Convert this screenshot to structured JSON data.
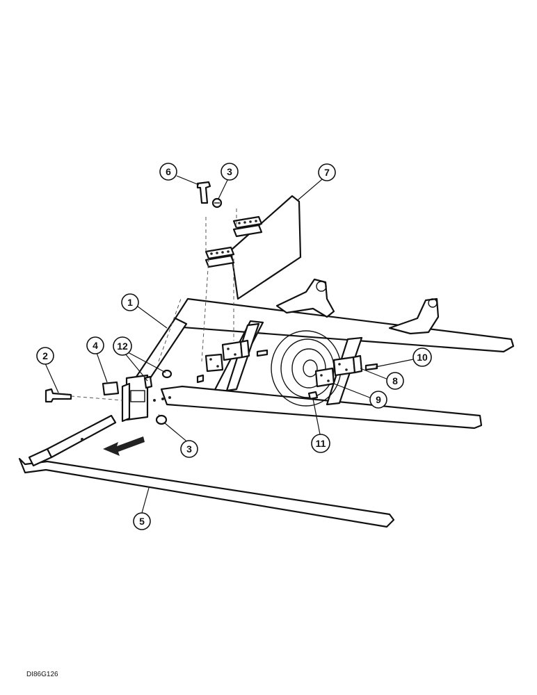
{
  "diagram": {
    "drawing_code": "DI86G126",
    "callouts": [
      {
        "id": "c1",
        "label": "1"
      },
      {
        "id": "c2",
        "label": "2"
      },
      {
        "id": "c3a",
        "label": "3"
      },
      {
        "id": "c3b",
        "label": "3"
      },
      {
        "id": "c4",
        "label": "4"
      },
      {
        "id": "c5",
        "label": "5"
      },
      {
        "id": "c6",
        "label": "6"
      },
      {
        "id": "c7",
        "label": "7"
      },
      {
        "id": "c8",
        "label": "8"
      },
      {
        "id": "c9",
        "label": "9"
      },
      {
        "id": "c10",
        "label": "10"
      },
      {
        "id": "c11",
        "label": "11"
      },
      {
        "id": "c12",
        "label": "12"
      }
    ]
  }
}
